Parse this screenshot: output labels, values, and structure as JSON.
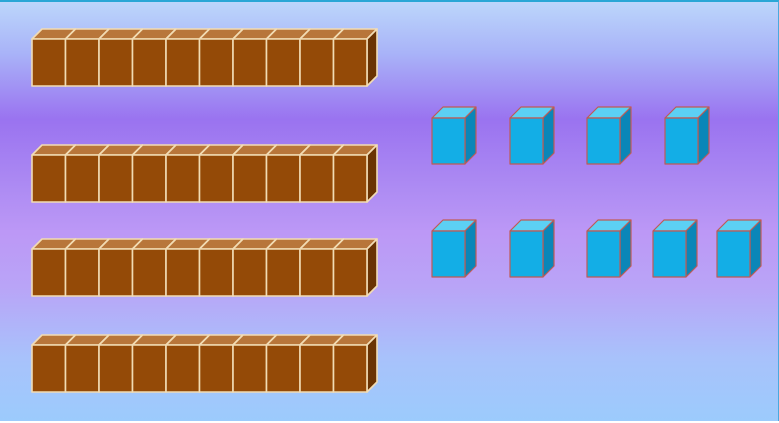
{
  "model": {
    "tens_rods": 4,
    "units_per_rod": 10,
    "ones_rows": [
      4,
      5
    ],
    "total": 49
  },
  "colors": {
    "rod_front": "#944a07",
    "rod_top": "#b8763a",
    "rod_side": "#6a3303",
    "rod_edge": "#f2dcb4",
    "cube_front": "#13aee6",
    "cube_top": "#5cd0f4",
    "cube_side": "#0a86b8",
    "cube_edge": "#c05a55"
  }
}
